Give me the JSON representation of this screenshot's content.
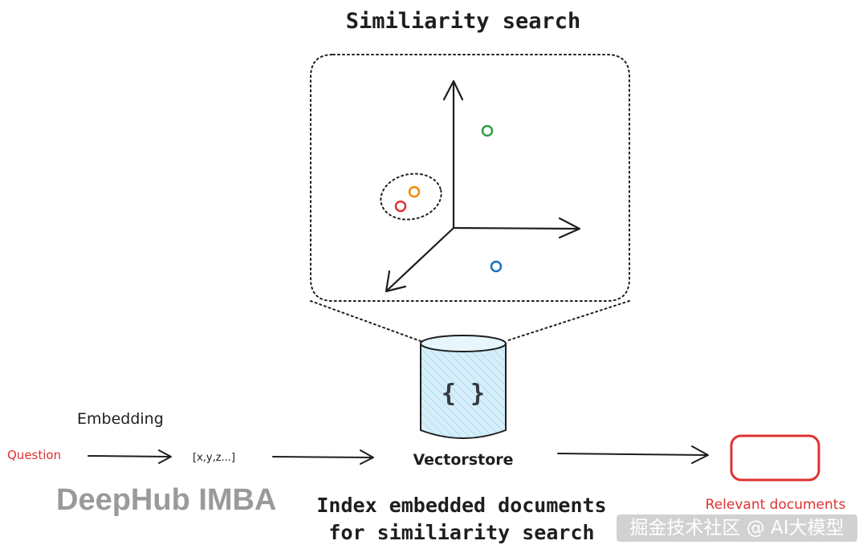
{
  "diagram": {
    "title": "Similiarity search",
    "vectorstore": {
      "label": "Vectorstore",
      "glyph": "{ }",
      "caption_line1": "Index embedded documents",
      "caption_line2": "for similiarity search"
    },
    "flow": {
      "question_label": "Question",
      "embedding_label": "Embedding",
      "vector_label": "[x,y,z...]",
      "result_label": "Relevant documents"
    },
    "points": [
      {
        "color": "green-point",
        "hex": "#2f9e44"
      },
      {
        "color": "orange-point",
        "hex": "#f08c00"
      },
      {
        "color": "red-point",
        "hex": "#e03131"
      },
      {
        "color": "blue-point",
        "hex": "#1971c2"
      }
    ]
  },
  "watermarks": {
    "brand": "DeepHub IMBA",
    "source": "掘金技术社区 @ AI大模型"
  },
  "colors": {
    "ink": "#1e1e1e",
    "accent_red": "#e03131",
    "cylinder_fill": "#d0ebf8",
    "watermark_gray": "#9a9a9a"
  }
}
